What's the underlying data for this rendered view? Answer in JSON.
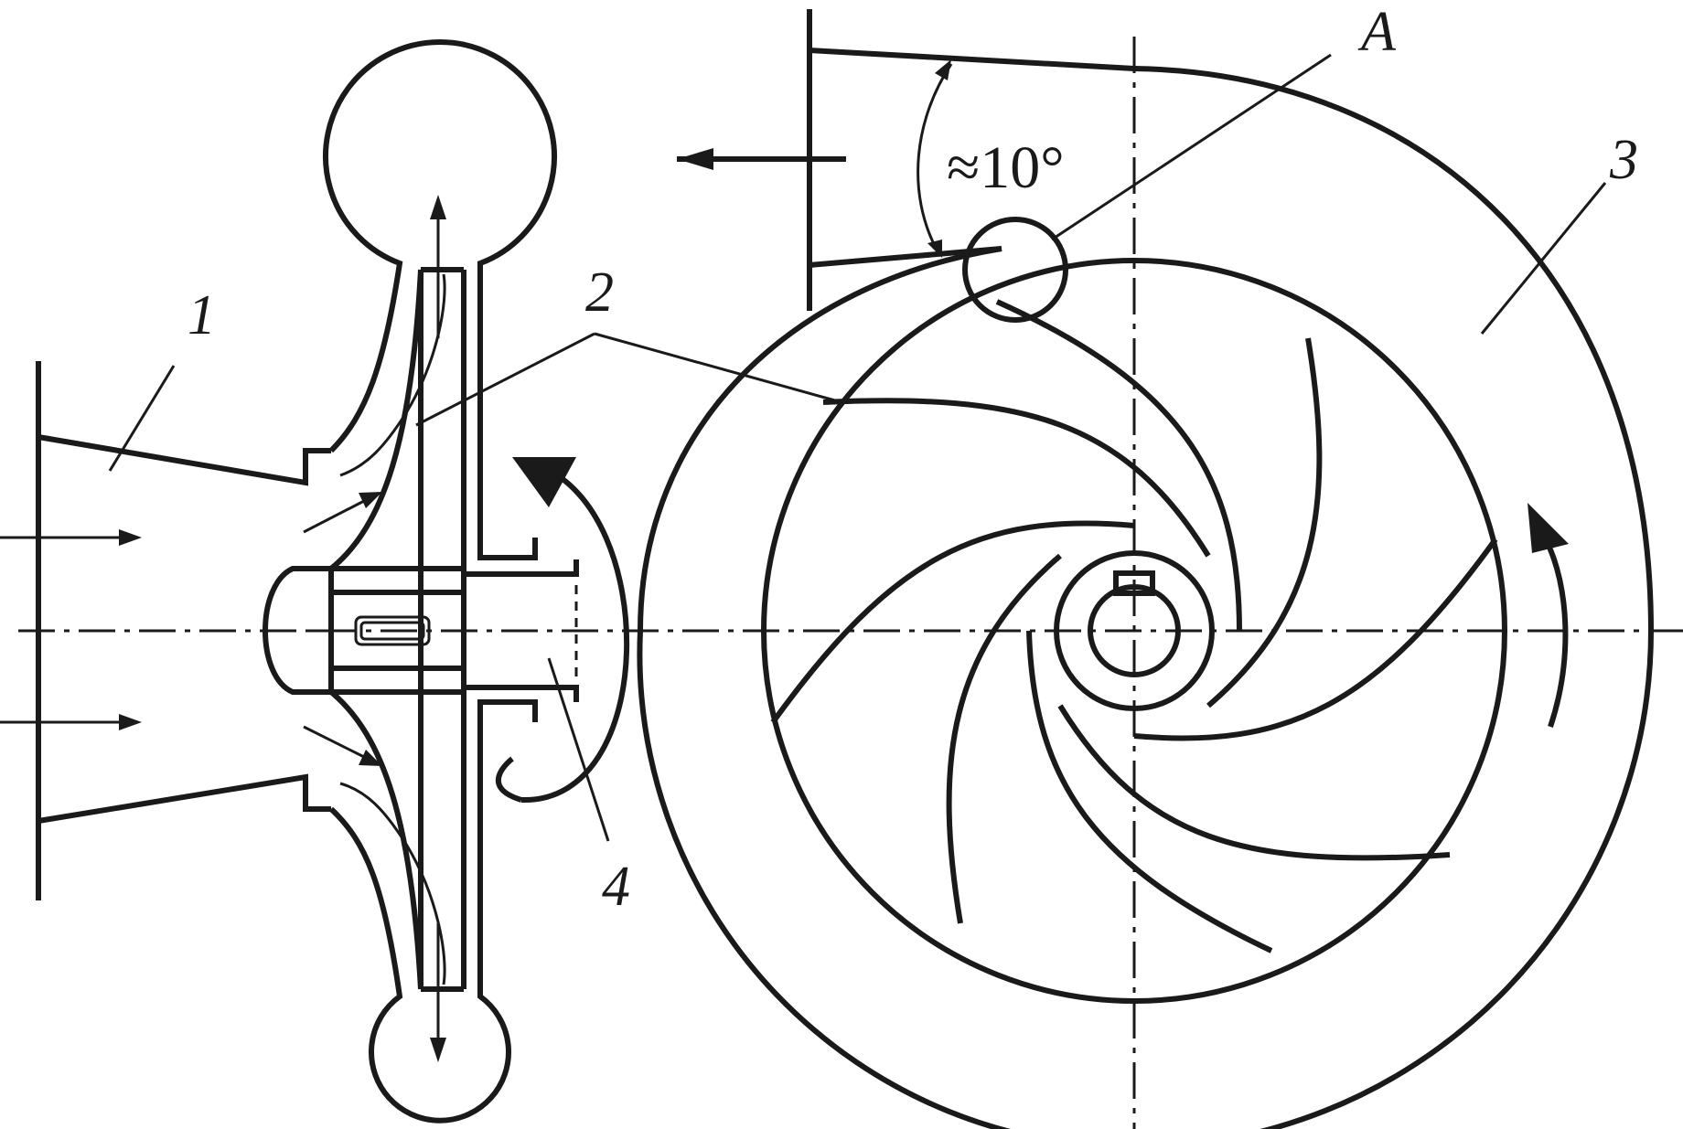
{
  "labels": {
    "inlet_pipe": "1",
    "impeller": "2",
    "volute": "3",
    "shaft": "4",
    "tongue_detail": "A",
    "tongue_angle": "≈10°"
  }
}
